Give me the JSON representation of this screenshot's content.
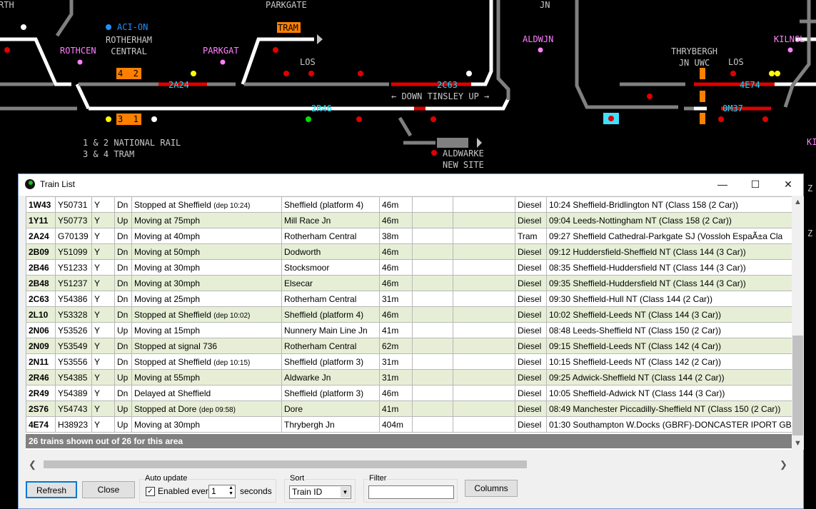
{
  "schematic": {
    "area_labels": {
      "top_left": "RTH",
      "parkgate": "PARKGATE",
      "jn": "JN"
    },
    "indicators": {
      "aci_on": "ACI-ON"
    },
    "stations": {
      "rotherham_central": "ROTHERHAM\nCENTRAL",
      "rothcen": "ROTHCEN",
      "parkgat": "PARKGAT",
      "aldwjn": "ALDWJN",
      "thrybergh": "THRYBERGH\nJN UWC",
      "los1": "LOS",
      "los2": "LOS",
      "kilngl": "KILNGL",
      "aldwarke_new_site": "ALDWARKE\nNEW SITE",
      "edge_k": "KI",
      "edge_z1": "Z",
      "edge_z2": "Z"
    },
    "notes": {
      "rail": "1 & 2 NATIONAL RAIL\n3 & 4 TRAM",
      "tinsley": "DOWN TINSLEY UP"
    },
    "berths": {
      "tram": "TRAM",
      "p42": "4  2",
      "p31": "3  1",
      "b2A24": "2A24",
      "b2C63": "2C63",
      "b2R46": "2R46",
      "b4E74": "4E74",
      "b0M37": "0M37"
    },
    "colors": {
      "track_white": "#ffffff",
      "track_grey": "#808080",
      "track_red": "#e00000",
      "station": "#ff80ff",
      "berth_text": "#00e0ff",
      "platform_orange": "#ff8000",
      "indicator_blue": "#2090ff"
    }
  },
  "window": {
    "title": "Train List",
    "controls": {
      "minimize": "—",
      "maximize": "☐",
      "close": "✕"
    }
  },
  "train_list": {
    "rows": [
      {
        "id": "1W43",
        "head": "Y50731",
        "flag": "Y",
        "dir": "Dn",
        "status": "Stopped at Sheffield",
        "dep": "(dep 10:24)",
        "location": "Sheffield (platform 4)",
        "length": "46m",
        "c1": "",
        "c2": "",
        "power": "Diesel",
        "desc": "10:24 Sheffield-Bridlington NT (Class 158 (2 Car))"
      },
      {
        "id": "1Y11",
        "head": "Y50773",
        "flag": "Y",
        "dir": "Up",
        "status": "Moving at 75mph",
        "dep": "",
        "location": "Mill Race Jn",
        "length": "46m",
        "c1": "",
        "c2": "",
        "power": "Diesel",
        "desc": "09:04 Leeds-Nottingham NT (Class 158 (2 Car))"
      },
      {
        "id": "2A24",
        "head": "G70139",
        "flag": "Y",
        "dir": "Dn",
        "status": "Moving at 40mph",
        "dep": "",
        "location": "Rotherham Central",
        "length": "38m",
        "c1": "",
        "c2": "",
        "power": "Tram",
        "desc": "09:27 Sheffield Cathedral-Parkgate SJ (Vossloh EspaÃ±a Cla"
      },
      {
        "id": "2B09",
        "head": "Y51099",
        "flag": "Y",
        "dir": "Dn",
        "status": "Moving at 50mph",
        "dep": "",
        "location": "Dodworth",
        "length": "46m",
        "c1": "",
        "c2": "",
        "power": "Diesel",
        "desc": "09:12 Huddersfield-Sheffield NT (Class 144 (3 Car))"
      },
      {
        "id": "2B46",
        "head": "Y51233",
        "flag": "Y",
        "dir": "Dn",
        "status": "Moving at 30mph",
        "dep": "",
        "location": "Stocksmoor",
        "length": "46m",
        "c1": "",
        "c2": "",
        "power": "Diesel",
        "desc": "08:35 Sheffield-Huddersfield NT (Class 144 (3 Car))"
      },
      {
        "id": "2B48",
        "head": "Y51237",
        "flag": "Y",
        "dir": "Dn",
        "status": "Moving at 30mph",
        "dep": "",
        "location": "Elsecar",
        "length": "46m",
        "c1": "",
        "c2": "",
        "power": "Diesel",
        "desc": "09:35 Sheffield-Huddersfield NT (Class 144 (3 Car))"
      },
      {
        "id": "2C63",
        "head": "Y54386",
        "flag": "Y",
        "dir": "Dn",
        "status": "Moving at 25mph",
        "dep": "",
        "location": "Rotherham Central",
        "length": "31m",
        "c1": "",
        "c2": "",
        "power": "Diesel",
        "desc": "09:30 Sheffield-Hull NT (Class 144 (2 Car))"
      },
      {
        "id": "2L10",
        "head": "Y53328",
        "flag": "Y",
        "dir": "Dn",
        "status": "Stopped at Sheffield",
        "dep": "(dep 10:02)",
        "location": "Sheffield (platform 4)",
        "length": "46m",
        "c1": "",
        "c2": "",
        "power": "Diesel",
        "desc": "10:02 Sheffield-Leeds NT (Class 144 (3 Car))"
      },
      {
        "id": "2N06",
        "head": "Y53526",
        "flag": "Y",
        "dir": "Up",
        "status": "Moving at 15mph",
        "dep": "",
        "location": "Nunnery Main Line Jn",
        "length": "41m",
        "c1": "",
        "c2": "",
        "power": "Diesel",
        "desc": "08:48 Leeds-Sheffield NT (Class 150 (2 Car))"
      },
      {
        "id": "2N09",
        "head": "Y53549",
        "flag": "Y",
        "dir": "Dn",
        "status": "Stopped at signal 736",
        "dep": "",
        "location": "Rotherham Central",
        "length": "62m",
        "c1": "",
        "c2": "",
        "power": "Diesel",
        "desc": "09:15 Sheffield-Leeds NT (Class 142 (4 Car))"
      },
      {
        "id": "2N11",
        "head": "Y53556",
        "flag": "Y",
        "dir": "Dn",
        "status": "Stopped at Sheffield",
        "dep": "(dep 10:15)",
        "location": "Sheffield (platform 3)",
        "length": "31m",
        "c1": "",
        "c2": "",
        "power": "Diesel",
        "desc": "10:15 Sheffield-Leeds NT (Class 142 (2 Car))"
      },
      {
        "id": "2R46",
        "head": "Y54385",
        "flag": "Y",
        "dir": "Up",
        "status": "Moving at 55mph",
        "dep": "",
        "location": "Aldwarke Jn",
        "length": "31m",
        "c1": "",
        "c2": "",
        "power": "Diesel",
        "desc": "09:25 Adwick-Sheffield NT (Class 144 (2 Car))"
      },
      {
        "id": "2R49",
        "head": "Y54389",
        "flag": "Y",
        "dir": "Dn",
        "status": "Delayed at Sheffield",
        "dep": "",
        "location": "Sheffield (platform 3)",
        "length": "46m",
        "c1": "",
        "c2": "",
        "power": "Diesel",
        "desc": "10:05 Sheffield-Adwick NT (Class 144 (3 Car))"
      },
      {
        "id": "2S76",
        "head": "Y54743",
        "flag": "Y",
        "dir": "Up",
        "status": "Stopped at Dore",
        "dep": "(dep 09:58)",
        "location": "Dore",
        "length": "41m",
        "c1": "",
        "c2": "",
        "power": "Diesel",
        "desc": "08:49 Manchester Piccadilly-Sheffield NT (Class 150 (2 Car))"
      },
      {
        "id": "4E74",
        "head": "H38923",
        "flag": "Y",
        "dir": "Up",
        "status": "Moving at 30mph",
        "dep": "",
        "location": "Thrybergh Jn",
        "length": "404m",
        "c1": "",
        "c2": "",
        "power": "Diesel",
        "desc": "01:30 Southampton W.Docks (GBRF)-DONCASTER IPORT GB"
      }
    ],
    "summary": "26 trains shown out of 26 for this area"
  },
  "controls": {
    "refresh": "Refresh",
    "close": "Close",
    "auto_update_label": "Auto update",
    "enabled_every": "Enabled every",
    "interval": "1",
    "seconds": "seconds",
    "sort_label": "Sort",
    "sort_value": "Train ID",
    "filter_label": "Filter",
    "filter_value": "",
    "columns": "Columns"
  }
}
